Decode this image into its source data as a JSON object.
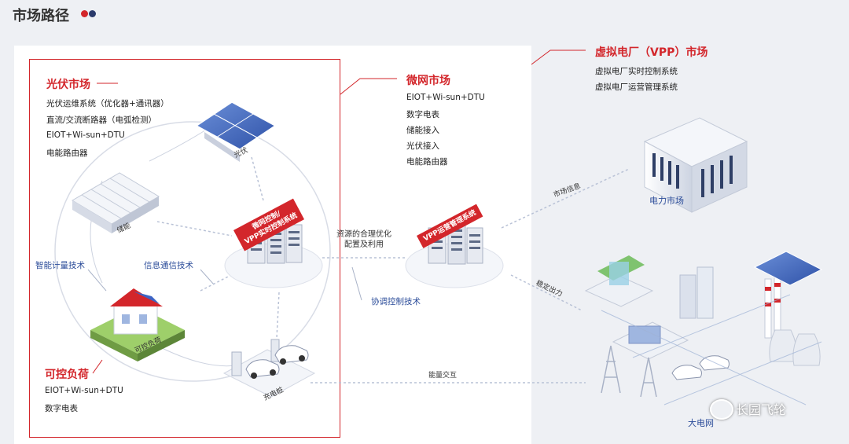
{
  "header": {
    "title": "市场路径"
  },
  "pv_market": {
    "title": "光伏市场",
    "items": [
      "光伏运维系统（优化器+通讯器）",
      "直流/交流断路器（电弧检测）",
      "EIOT+Wi-sun+DTU",
      "电能路由器"
    ]
  },
  "microgrid_market": {
    "title": "微网市场",
    "items": [
      "EIOT+Wi-sun+DTU",
      "数字电表",
      "储能接入",
      "光伏接入",
      "电能路由器"
    ]
  },
  "vpp_market": {
    "title": "虚拟电厂（VPP）市场",
    "items": [
      "虚拟电厂实时控制系统",
      "虚拟电厂运营管理系统"
    ]
  },
  "load_market": {
    "title": "可控负荷",
    "items": [
      "EIOT+Wi-sun+DTU",
      "数字电表"
    ]
  },
  "technologies": {
    "smart_metering": "智能计量技术",
    "info_comm": "信息通信技术",
    "coordinated_control": "协调控制技术"
  },
  "nodes": {
    "pv": "光伏",
    "storage": "储能",
    "load": "可控负荷",
    "charging": "充电桩",
    "power_market": "电力市场",
    "grid": "大电网"
  },
  "tags": {
    "control": "微网控制/\nVPP实时控制系统",
    "operation": "VPP运营管理系统"
  },
  "links": {
    "resource_opt": "资源的合理优化\n配置及利用",
    "market_info": "市场信息",
    "stable_output": "稳定出力",
    "energy_exchange": "能量交互"
  },
  "watermark": "长园飞轮",
  "colors": {
    "accent": "#d3262b",
    "tech_blue": "#2c4d9a",
    "dot_dark": "#2a3a6b"
  }
}
